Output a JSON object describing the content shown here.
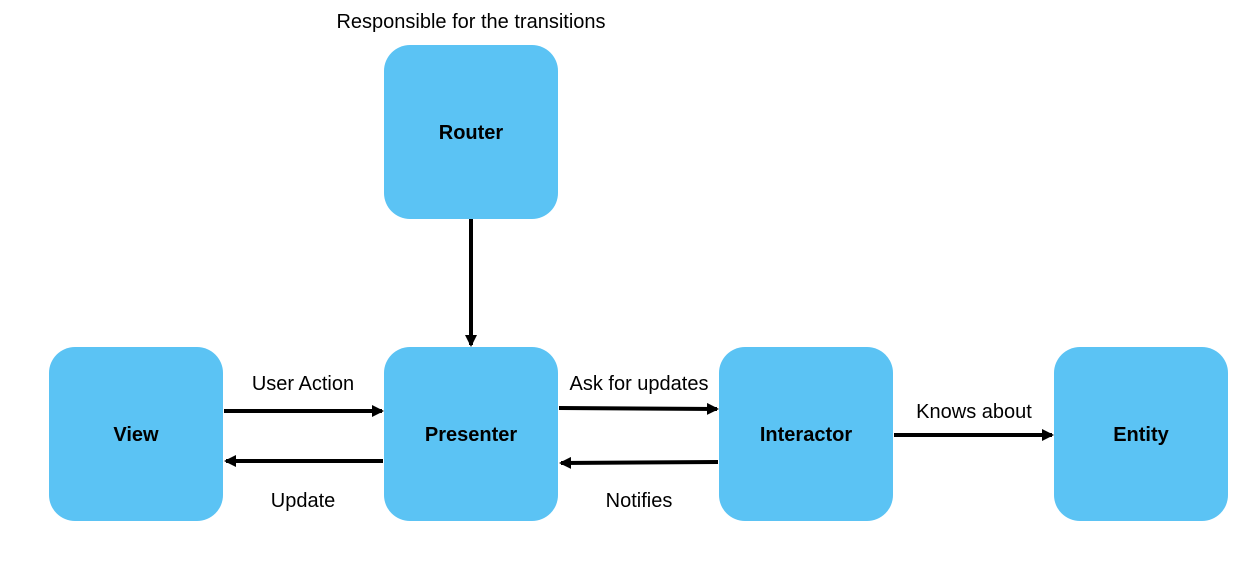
{
  "caption": "Responsible for the transitions",
  "colors": {
    "node_fill": "#5bc3f4",
    "arrow": "#000000",
    "text": "#000000"
  },
  "nodes": {
    "router": "Router",
    "view": "View",
    "presenter": "Presenter",
    "interactor": "Interactor",
    "entity": "Entity"
  },
  "edges": {
    "router_to_presenter": "",
    "view_to_presenter": "User Action",
    "presenter_to_view": "Update",
    "presenter_to_interactor": "Ask for updates",
    "interactor_to_presenter": "Notifies",
    "interactor_to_entity": "Knows about"
  }
}
